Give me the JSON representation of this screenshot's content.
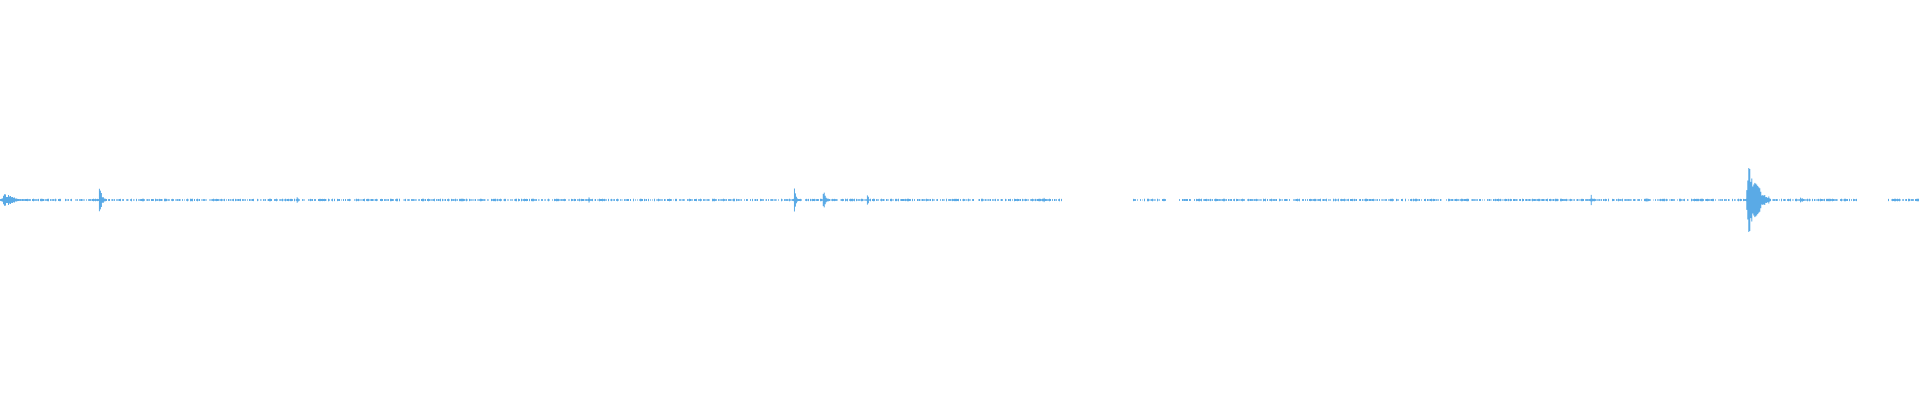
{
  "waveform": {
    "color": "#5aaae6",
    "background": "#ffffff",
    "bursts": [
      {
        "x": 0.0,
        "w": 0.016,
        "amp": 0.018
      },
      {
        "x": 0.051,
        "w": 0.004,
        "amp": 0.04
      },
      {
        "x": 0.154,
        "w": 0.002,
        "amp": 0.014
      },
      {
        "x": 0.306,
        "w": 0.002,
        "amp": 0.012
      },
      {
        "x": 0.413,
        "w": 0.003,
        "amp": 0.04
      },
      {
        "x": 0.428,
        "w": 0.004,
        "amp": 0.032
      },
      {
        "x": 0.451,
        "w": 0.002,
        "amp": 0.028
      },
      {
        "x": 0.543,
        "w": 0.002,
        "amp": 0.012
      },
      {
        "x": 0.828,
        "w": 0.002,
        "amp": 0.024
      },
      {
        "x": 0.857,
        "w": 0.002,
        "amp": 0.012
      },
      {
        "x": 0.909,
        "w": 0.013,
        "amp": 0.11
      },
      {
        "x": 0.937,
        "w": 0.003,
        "amp": 0.014
      },
      {
        "x": 0.952,
        "w": 0.002,
        "amp": 0.01
      }
    ],
    "gaps": [
      {
        "from": 0.553,
        "to": 0.59
      },
      {
        "from": 0.607,
        "to": 0.613
      },
      {
        "from": 0.967,
        "to": 0.983
      }
    ]
  }
}
